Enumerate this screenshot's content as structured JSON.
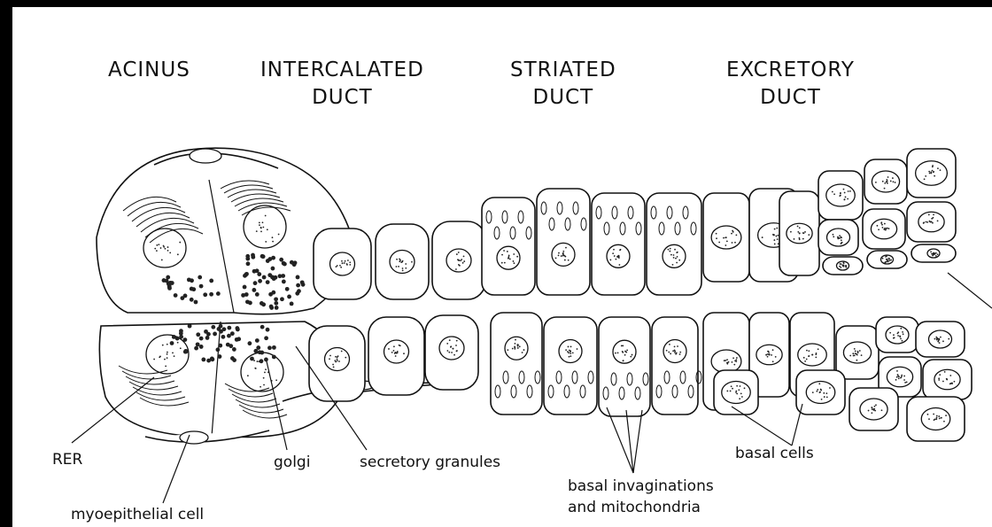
{
  "headers": {
    "acinus": "ACINUS",
    "intercalated_line1": "INTERCALATED",
    "intercalated_line2": "DUCT",
    "striated_line1": "STRIATED",
    "striated_line2": "DUCT",
    "excretory_line1": "EXCRETORY",
    "excretory_line2": "DUCT"
  },
  "labels": {
    "rer": "RER",
    "myoepithelial": "myoepithelial cell",
    "golgi": "golgi",
    "secretory": "secretory granules",
    "basal_invag_line1": "basal invaginations",
    "basal_invag_line2": "and mitochondria",
    "basal_cells": "basal cells"
  }
}
